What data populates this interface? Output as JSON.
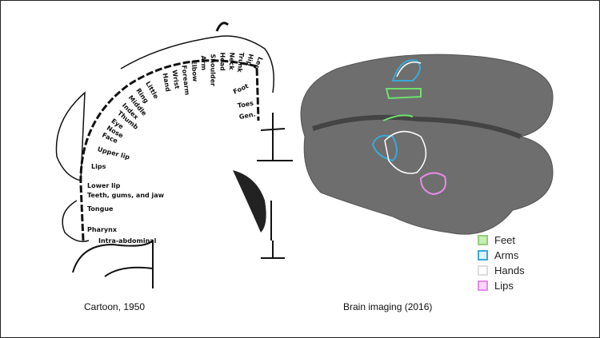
{
  "left_panel": {
    "caption": "Cartoon, 1950",
    "labels": [
      "Little",
      "Ring",
      "Middle",
      "Index",
      "Thumb",
      "Eye",
      "Nose",
      "Face",
      "Upper lip",
      "Lips",
      "Lower lip",
      "Teeth, gums, and jaw",
      "Tongue",
      "Pharynx",
      "Intra-abdominal",
      "Hand",
      "Wrist",
      "Forearm",
      "Elbow",
      "Arm",
      "Shoulder",
      "Head",
      "Neck",
      "Trunk",
      "Hip",
      "Leg",
      "Foot",
      "Toes",
      "Gen."
    ]
  },
  "right_panel": {
    "caption": "Brain imaging (2016)",
    "legend": [
      {
        "label": "Feet",
        "fill": "#c8ecb8",
        "border": "#8fd07a"
      },
      {
        "label": "Arms",
        "fill": "#dff4fb",
        "border": "#3aa9d6"
      },
      {
        "label": "Hands",
        "fill": "#ffffff",
        "border": "#dddddd"
      },
      {
        "label": "Lips",
        "fill": "#f7d6f7",
        "border": "#e58be5"
      }
    ]
  }
}
